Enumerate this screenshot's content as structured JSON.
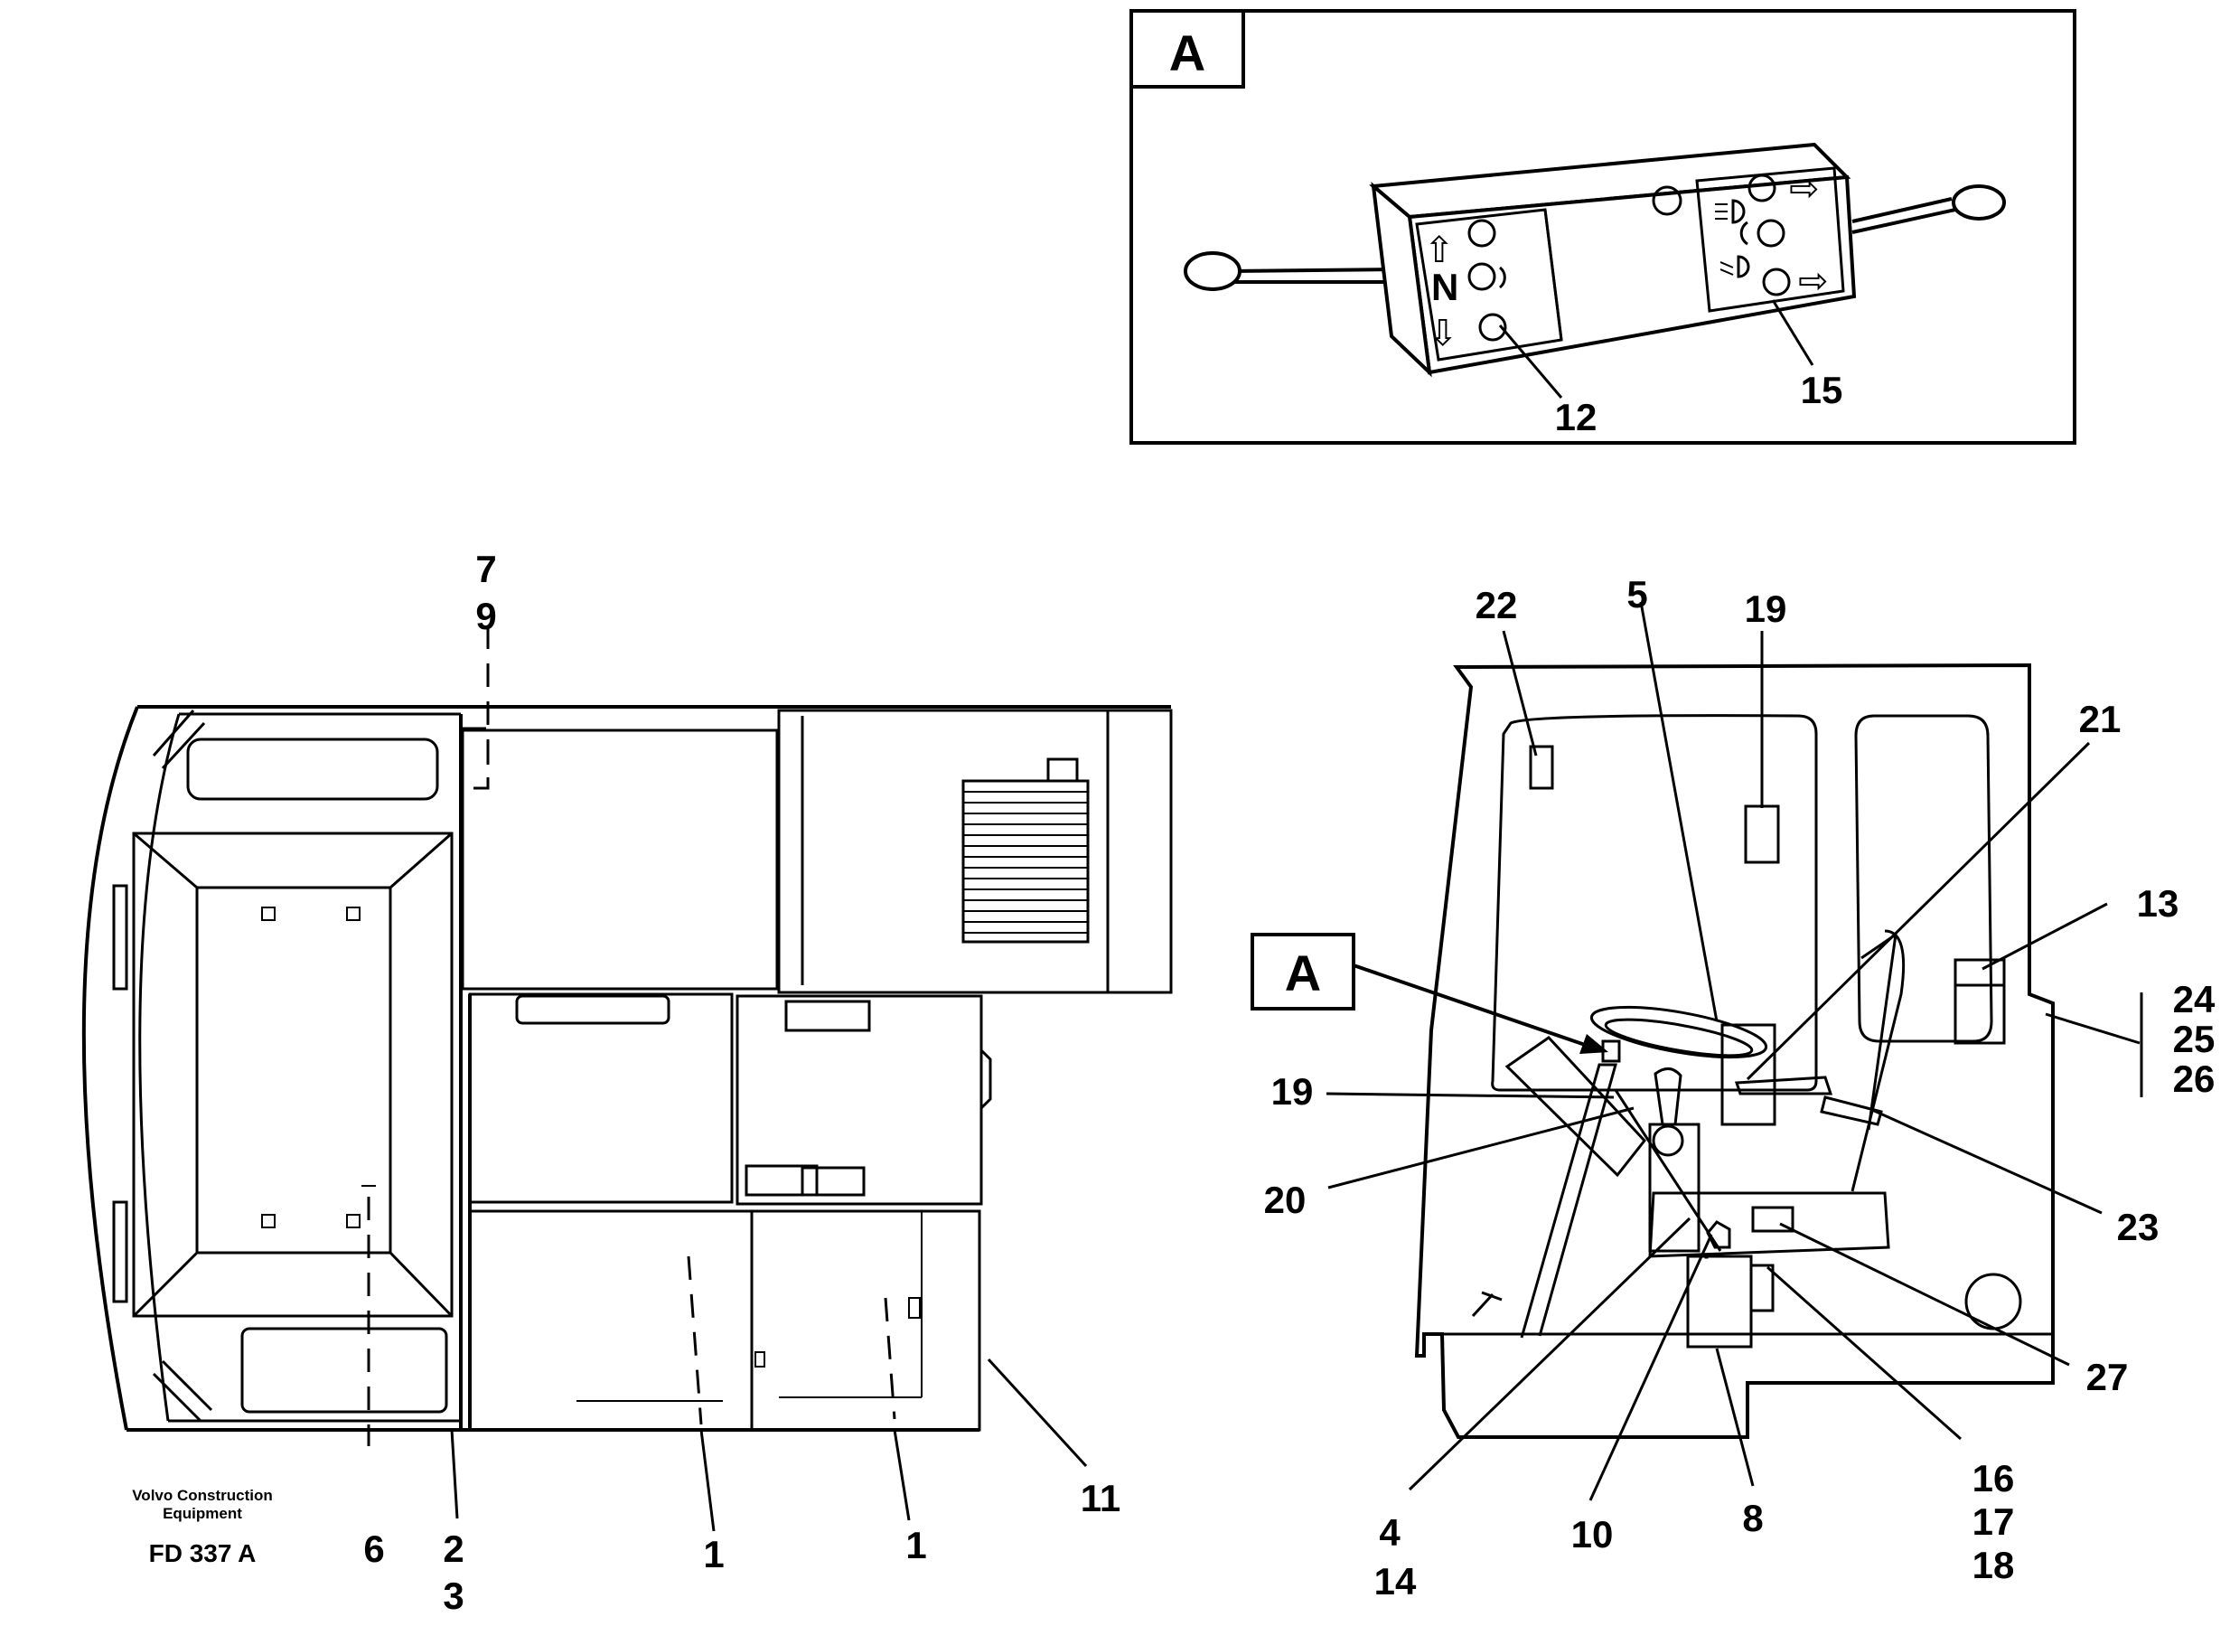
{
  "detail": {
    "letter": "A",
    "callouts": [
      "12",
      "15"
    ],
    "neutral_symbol": "N"
  },
  "side_view": {
    "detail_ref": "A",
    "callouts": [
      "22",
      "5",
      "19",
      "21",
      "13",
      "24",
      "25",
      "26",
      "19",
      "20",
      "23",
      "27",
      "16",
      "17",
      "18",
      "4",
      "14",
      "10",
      "8"
    ]
  },
  "top_view": {
    "callouts": [
      "7",
      "9",
      "11",
      "6",
      "2",
      "3",
      "1",
      "1"
    ]
  },
  "footer": {
    "maker_line1": "Volvo Construction",
    "maker_line2": "Equipment",
    "figure_code": "FD 337 A"
  }
}
